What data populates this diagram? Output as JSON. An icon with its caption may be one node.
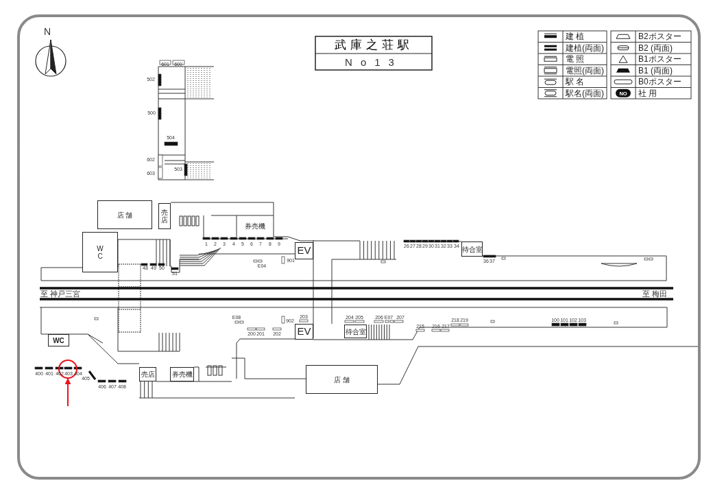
{
  "diagram": {
    "title": "武庫之荘駅",
    "nodes": [
      {
        "text": [
          "店 舗"
        ]
      },
      {
        "text": [
          "売店"
        ]
      },
      {
        "text": [
          "券売機"
        ]
      },
      {
        "text": [
          "W C"
        ]
      },
      {
        "text": [
          "EV"
        ]
      },
      {
        "text": [
          "待合室"
        ]
      },
      {
        "text": [
          "待合室"
        ]
      },
      {
        "text": [
          "EV"
        ]
      },
      {
        "text": [
          "WC"
        ]
      },
      {
        "text": [
          "売店"
        ]
      },
      {
        "text": [
          "券売機"
        ]
      },
      {
        "text": [
          "店 舗"
        ]
      },
      {
        "text": [],
        "shape": "circle"
      }
    ],
    "edges": [
      {
        "from": null,
        "to": 12,
        "arrow": "to",
        "color": "#e8141c"
      }
    ],
    "labels": [
      "N",
      "No13",
      "601",
      "600",
      "502",
      "500",
      "504",
      "602",
      "603",
      "503",
      "1",
      "2",
      "3",
      "4",
      "5",
      "6",
      "7",
      "8",
      "9",
      "26",
      "27",
      "28",
      "29",
      "30",
      "31",
      "32",
      "33",
      "34",
      "48",
      "49",
      "50",
      "E04",
      "901",
      "36",
      "37",
      "51",
      "至 神戸三宮",
      "至 梅田",
      "E08",
      "902",
      "203",
      "204",
      "205",
      "206",
      "E07",
      "207",
      "218",
      "219",
      "100",
      "101",
      "102",
      "103",
      "215",
      "216",
      "217",
      "200",
      "201",
      "202",
      "400",
      "401",
      "402",
      "403",
      "404",
      "405",
      "406",
      "407",
      "408",
      "NO"
    ],
    "legend": [
      {
        "text": "建 植"
      },
      {
        "text": "建植(両面)"
      },
      {
        "text": "電 照"
      },
      {
        "text": "電照(両面)"
      },
      {
        "text": "駅 名"
      },
      {
        "text": "駅名(両面)"
      },
      {
        "text": "B2ポスター"
      },
      {
        "text": "B2 (両面)"
      },
      {
        "text": "B1ポスター"
      },
      {
        "text": "B1 (両面)"
      },
      {
        "text": "B0ポスター"
      },
      {
        "text": "社 用"
      }
    ]
  }
}
